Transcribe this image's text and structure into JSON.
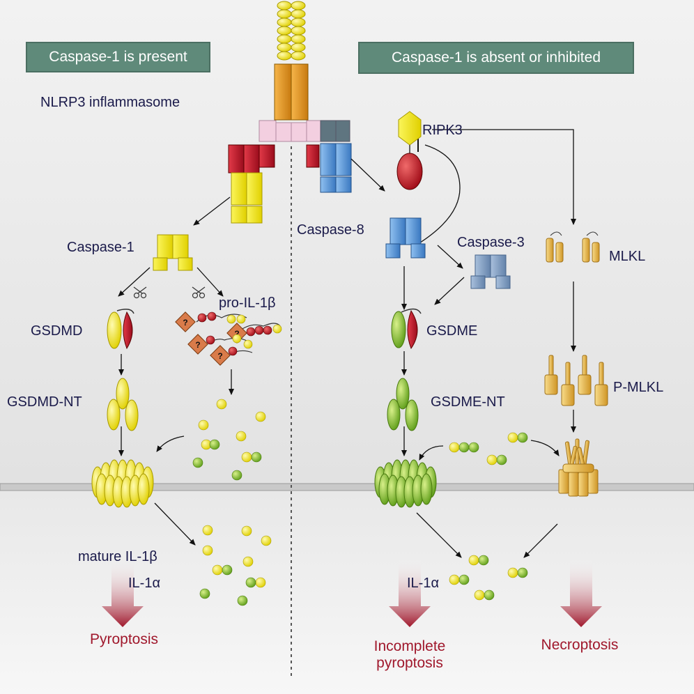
{
  "left_panel": {
    "banner": "Caspase-1 is present",
    "complex_label": "NLRP3 inflammasome",
    "caspase1": "Caspase-1",
    "gsdmd": "GSDMD",
    "gsdmd_nt": "GSDMD-NT",
    "pro_il1b": "pro-IL-1β",
    "mature_il1b": "mature IL-1β",
    "il1a": "IL-1α",
    "outcome": "Pyroptosis",
    "unknown_mark": "?"
  },
  "right_panel": {
    "banner": "Caspase-1 is absent or inhibited",
    "ripk3": "RIPK3",
    "caspase8": "Caspase-8",
    "caspase3": "Caspase-3",
    "mlkl": "MLKL",
    "gsdme": "GSDME",
    "gsdme_nt": "GSDME-NT",
    "p_mlkl": "P-MLKL",
    "il1a": "IL-1α",
    "outcome_incomplete_line1": "Incomplete",
    "outcome_incomplete_line2": "pyroptosis",
    "outcome_necroptosis": "Necroptosis"
  },
  "colors": {
    "background_top": "#ececec",
    "background_bottom": "#f2f2f2",
    "banner": "#5f8a7a",
    "label_text": "#1a1a4a",
    "outcome_text": "#a0182c",
    "caspase1_yellow": "#f5ec1e",
    "caspase8_blue": "#5b9ad8",
    "caspase3_steel": "#7f9fc4",
    "nlrp3_orange": "#e59a2a",
    "asc_pink": "#f3cfe0",
    "gsdmd_red": "#c0122a",
    "gsdme_green": "#8cc63f",
    "mlkl_gold": "#e8b84a"
  }
}
